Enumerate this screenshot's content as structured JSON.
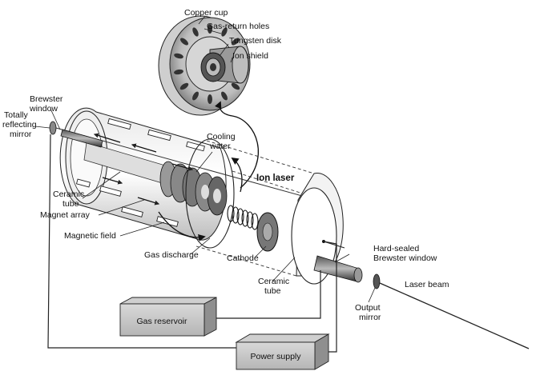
{
  "diagram": {
    "title": "Ion laser",
    "labels": {
      "copper_cup": "Copper cup",
      "gas_return_holes": "Gas-return holes",
      "tungsten_disk": "Tungsten disk",
      "ion_shield": "Ion shield",
      "brewster_window": [
        "Brewster",
        "window"
      ],
      "totally_reflecting_mirror": [
        "Totally",
        "reflecting",
        "mirror"
      ],
      "cooling_water": [
        "Cooling",
        "water"
      ],
      "ceramic_tube_left": [
        "Ceramic",
        "tube"
      ],
      "magnet_array": "Magnet array",
      "magnetic_field": "Magnetic field",
      "gas_discharge": "Gas discharge",
      "cathode": "Cathode",
      "ceramic_tube_bottom": [
        "Ceramic",
        "tube"
      ],
      "hard_sealed_brewster_window": [
        "Hard-sealed",
        "Brewster window"
      ],
      "laser_beam": "Laser beam",
      "output_mirror": [
        "Output",
        "mirror"
      ]
    },
    "boxes": {
      "gas_reservoir": "Gas reservoir",
      "power_supply": "Power supply"
    }
  }
}
